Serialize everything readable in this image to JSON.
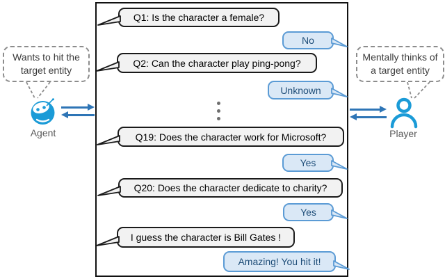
{
  "figure": {
    "title_hint": "20-questions game between guessing agent and player",
    "agent": {
      "label": "Agent",
      "thought": "Wants to hit the target entity"
    },
    "player": {
      "label": "Player",
      "thought": "Mentally thinks of a target entity"
    },
    "conversation": {
      "messages": [
        {
          "from": "agent",
          "text": "Q1: Is the character a female?"
        },
        {
          "from": "player",
          "text": "No"
        },
        {
          "from": "agent",
          "text": "Q2: Can the character play ping-pong?"
        },
        {
          "from": "player",
          "text": "Unknown"
        },
        {
          "from": "agent",
          "text": "Q19: Does the character work for Microsoft?"
        },
        {
          "from": "player",
          "text": "Yes"
        },
        {
          "from": "agent",
          "text": "Q20: Does the character dedicate to charity?"
        },
        {
          "from": "player",
          "text": "Yes"
        },
        {
          "from": "agent",
          "text": "I guess the character is Bill Gates !"
        },
        {
          "from": "player",
          "text": "Amazing! You hit it!"
        }
      ],
      "omitted_turns_indicator": "vertical-ellipsis"
    },
    "colors": {
      "icon_blue": "#1B9BD7",
      "arrow_blue": "#2E75B6",
      "answer_fill": "#DAE8F6",
      "answer_border": "#5B9BD5",
      "answer_text": "#1F4E79",
      "question_fill": "#F2F2F2",
      "question_border": "#1A1A1A"
    }
  }
}
